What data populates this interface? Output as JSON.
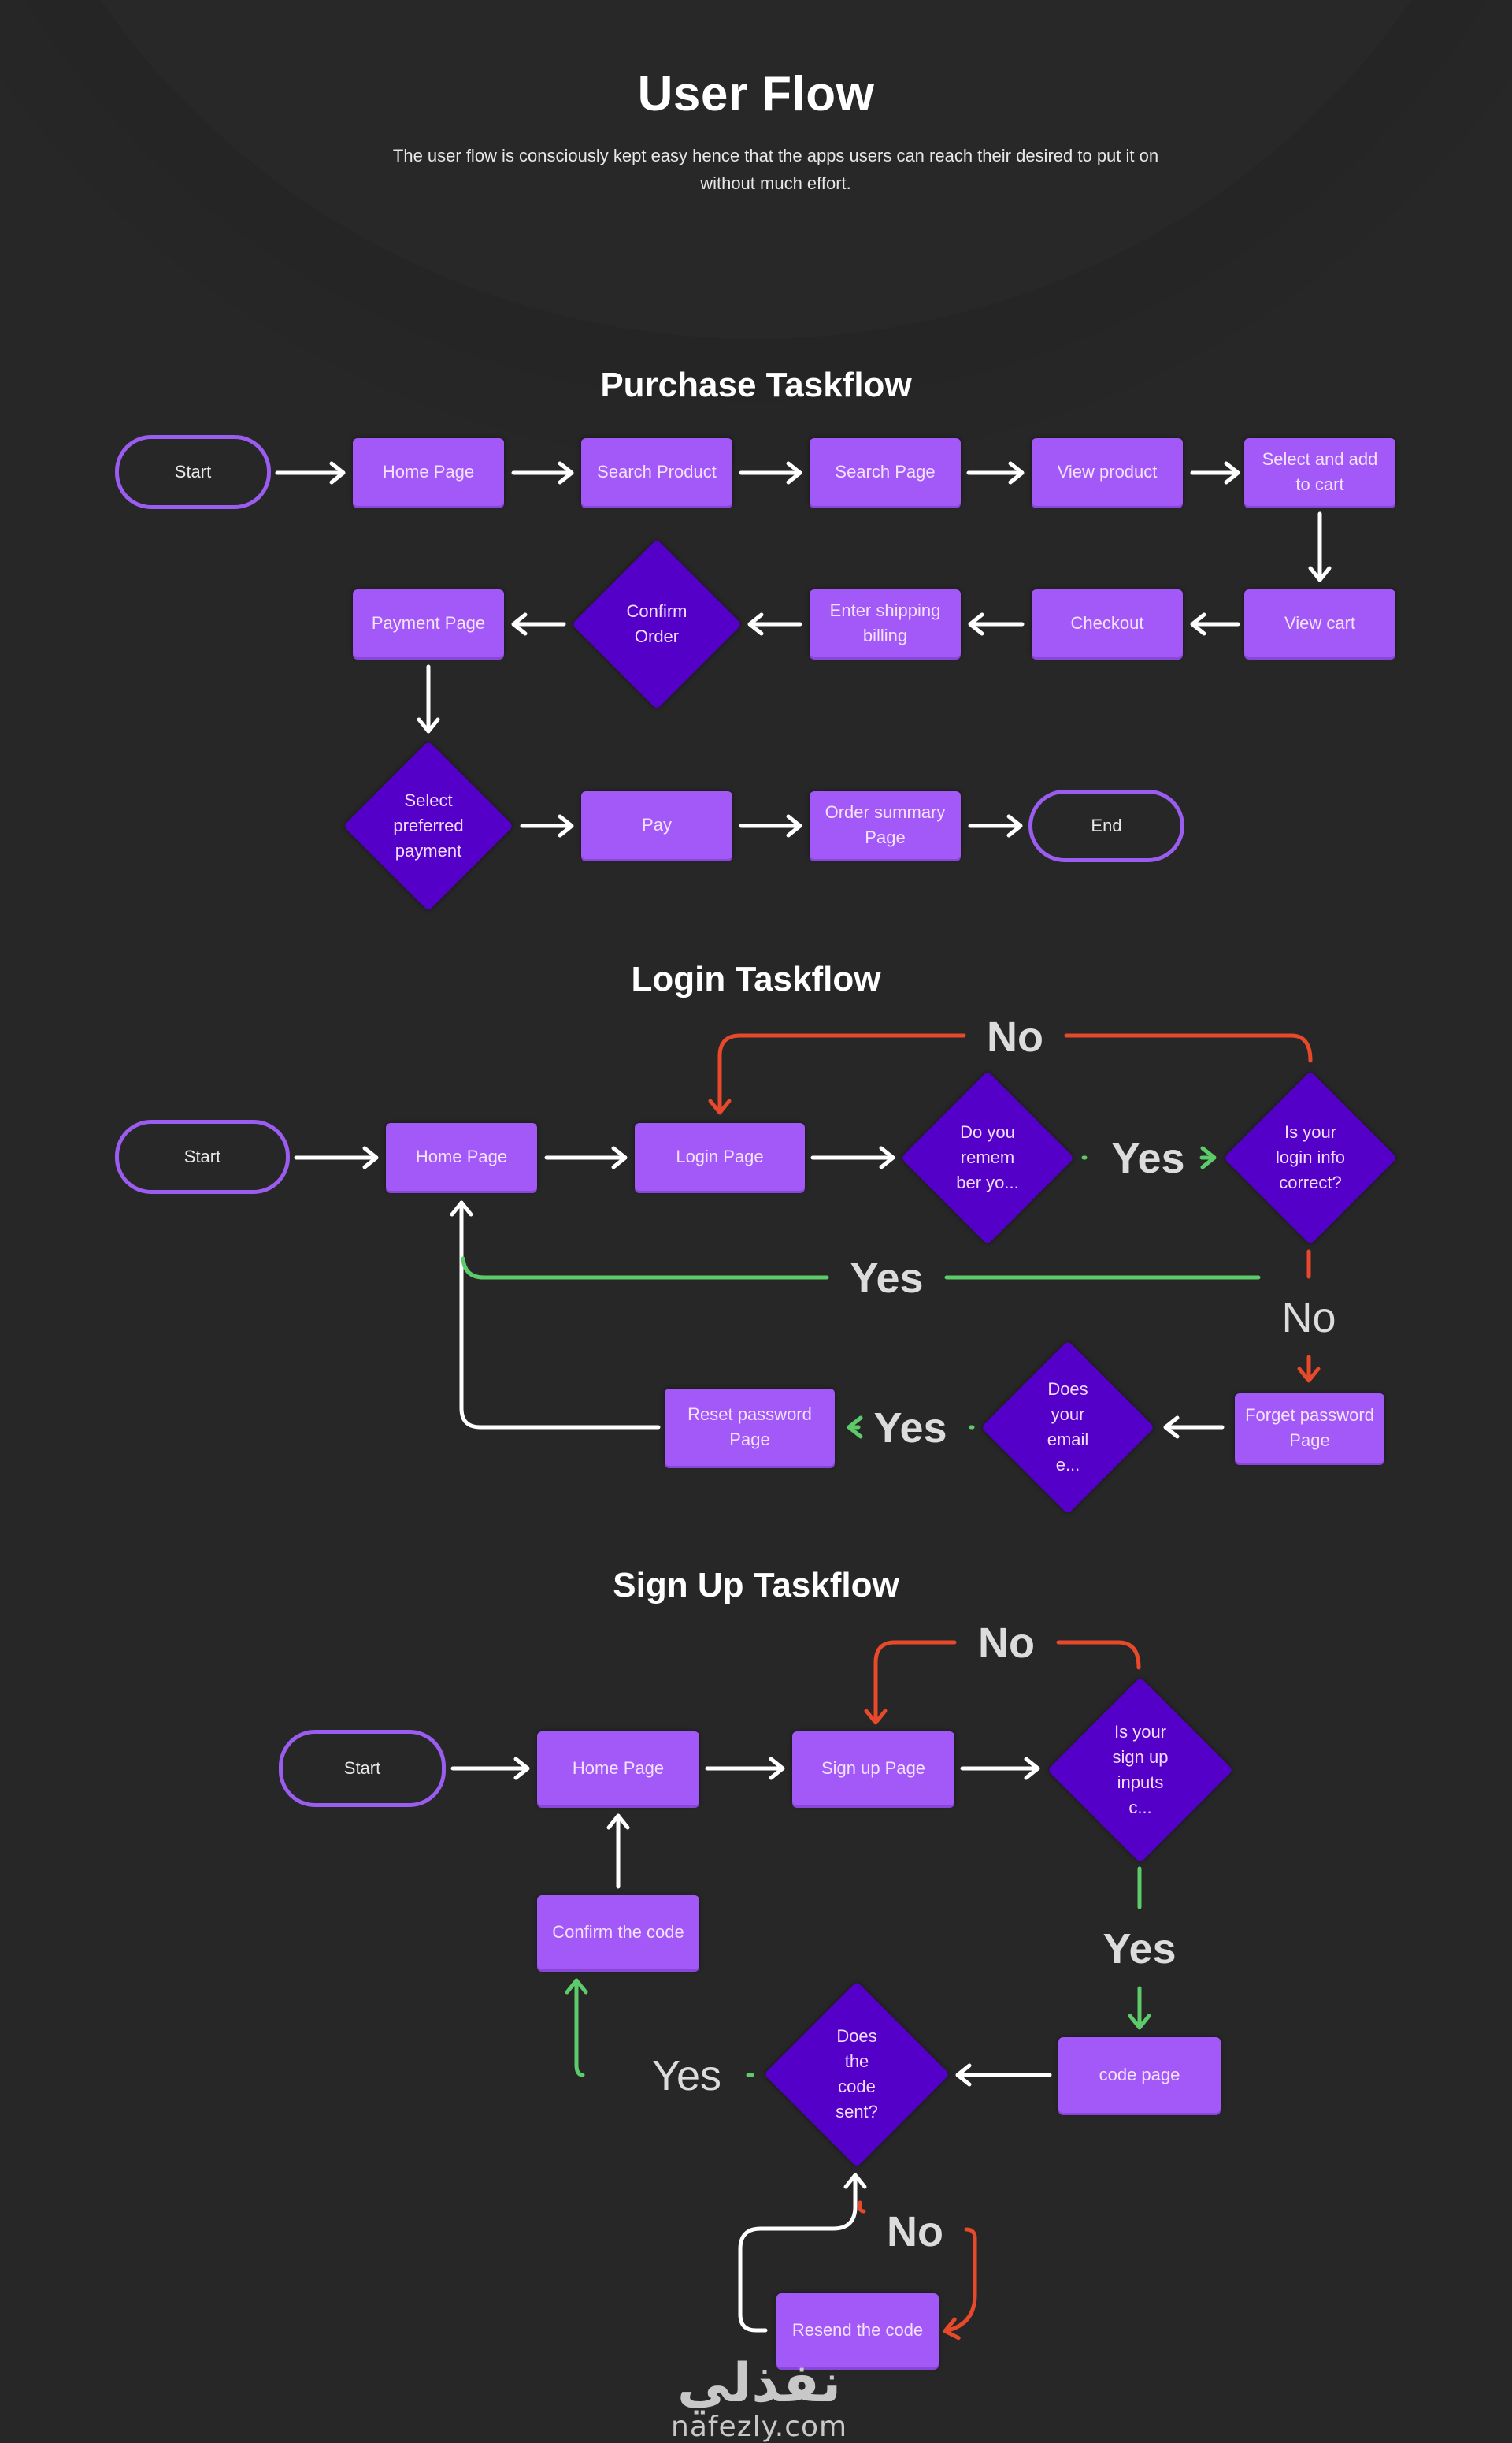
{
  "header": {
    "title": "User Flow",
    "subtitle": "The user flow is consciously kept easy hence that the apps users can reach their desired to put it on without much effort."
  },
  "colors": {
    "background": "#272727",
    "process_node": "#a259f7",
    "decision_node": "#5500c8",
    "terminal_border": "#9b5cf0",
    "arrow_default": "#ffffff",
    "arrow_yes": "#5dcb6a",
    "arrow_no": "#e8492a"
  },
  "purchase": {
    "title": "Purchase Taskflow",
    "start": "Start",
    "home": "Home Page",
    "search_product": "Search Product",
    "search_page": "Search Page",
    "view_product": "View product",
    "select_add": "Select and add to cart",
    "view_cart": "View cart",
    "checkout": "Checkout",
    "shipping": "Enter shipping billing",
    "confirm_order": "Confirm Order",
    "payment_page": "Payment Page",
    "select_payment": "Select preferred payment",
    "pay": "Pay",
    "order_summary": "Order summary Page",
    "end": "End"
  },
  "login": {
    "title": "Login Taskflow",
    "start": "Start",
    "home": "Home Page",
    "login_page": "Login Page",
    "remember": "Do you remem ber yo...",
    "correct": "Is your login info correct?",
    "forget": "Forget password Page",
    "email_exists": "Does your email e...",
    "reset": "Reset password Page",
    "no_top": "No",
    "yes_mid": "Yes",
    "yes_right": "Yes",
    "no_right": "No",
    "yes_bottom": "Yes"
  },
  "signup": {
    "title": "Sign Up Taskflow",
    "start": "Start",
    "home": "Home Page",
    "signup_page": "Sign up Page",
    "inputs_correct": "Is your sign up inputs c...",
    "code_page": "code page",
    "code_sent": "Does the code sent?",
    "confirm_code": "Confirm the code",
    "resend": "Resend the code",
    "no_top": "No",
    "yes_down": "Yes",
    "yes_left": "Yes",
    "no_bottom": "No"
  },
  "watermark": {
    "arabic": "نفذلي",
    "latin": "nafezly.com"
  }
}
